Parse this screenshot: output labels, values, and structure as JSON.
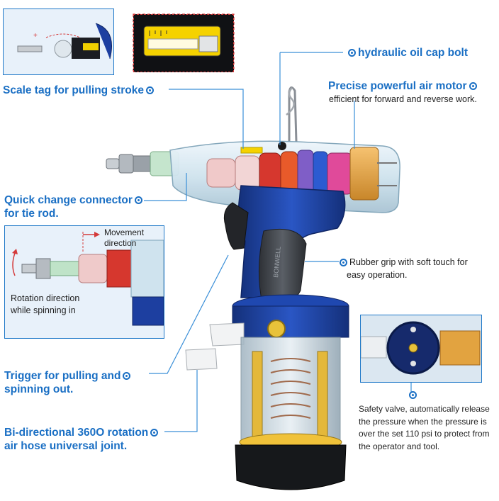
{
  "labels": {
    "hydraulic_cap": "hydraulic oil cap bolt",
    "air_motor_title": "Precise powerful air motor",
    "air_motor_desc": "efficient for forward and reverse work.",
    "scale_tag": "Scale tag for pulling stroke",
    "quick_change_line1": "Quick change connector",
    "quick_change_line2": "for tie rod.",
    "rubber_grip_line1": "Rubber grip with soft touch for",
    "rubber_grip_line2": "easy operation.",
    "trigger_line1": "Trigger for pulling and",
    "trigger_line2": "spinning out.",
    "bidirectional_line1": "Bi-directional 360O rotation",
    "bidirectional_line2": "air hose universal joint.",
    "safety_line1": "Safety valve, automatically release",
    "safety_line2": "the pressure when the pressure is",
    "safety_line3": "over the set 110 psi to protect from",
    "safety_line4": "the operator and tool."
  },
  "inset_movement": {
    "movement_line1": "Movement",
    "movement_line2": "direction",
    "rotation_line1": "Rotation direction",
    "rotation_line2": "while spinning in"
  },
  "colors": {
    "accent_blue": "#1a6fc4",
    "tool_blue": "#1d3fa0",
    "inset_border": "#1e78c8"
  }
}
